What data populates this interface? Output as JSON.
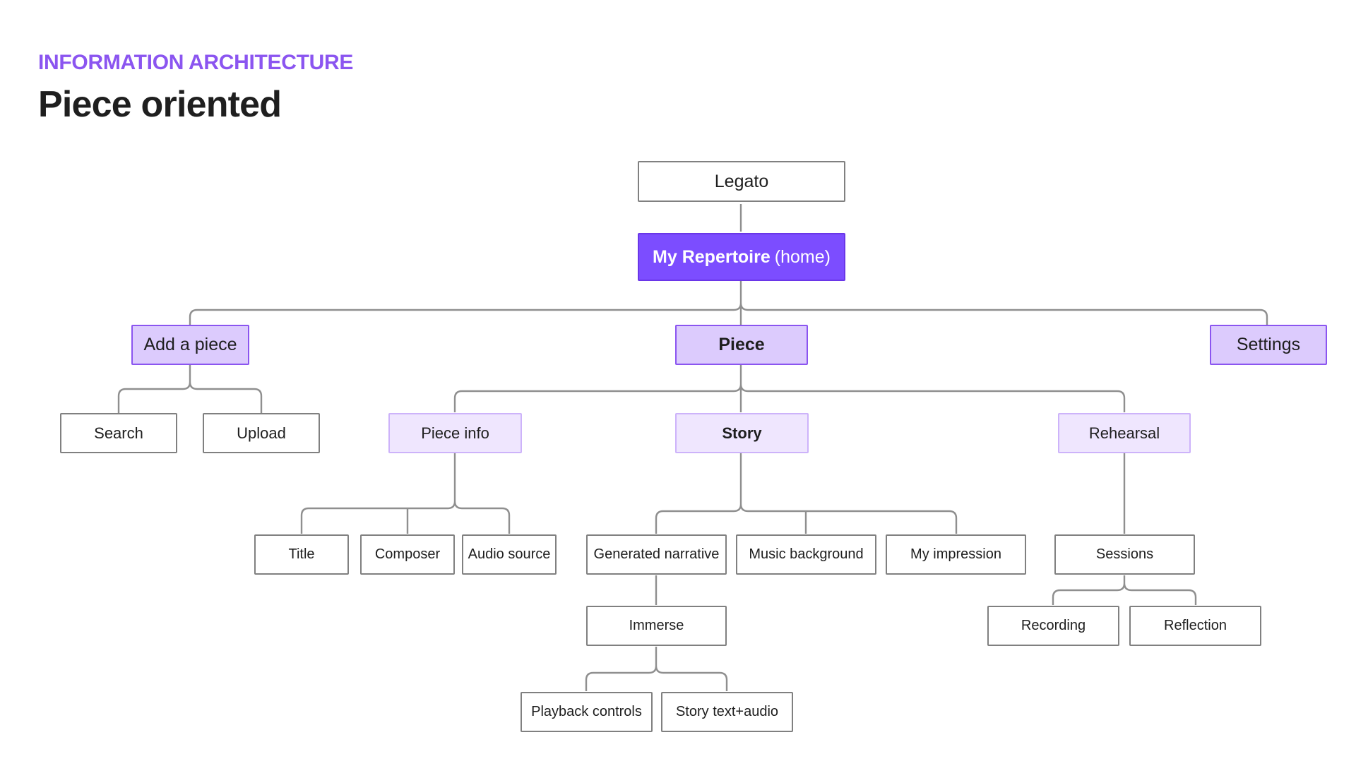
{
  "header": {
    "eyebrow": "INFORMATION ARCHITECTURE",
    "title": "Piece oriented"
  },
  "colors": {
    "accent": "#8b55f0",
    "home_fill": "#7c4dff",
    "level1_fill": "#dccbfd",
    "level2_fill": "#efe6fe",
    "connector": "#8f8f8f"
  },
  "tree": {
    "root": "Legato",
    "home": {
      "label": "My Repertoire",
      "suffix": "(home)"
    },
    "add_piece": {
      "label": "Add a piece",
      "children": [
        "Search",
        "Upload"
      ]
    },
    "piece": {
      "label": "Piece",
      "piece_info": {
        "label": "Piece info",
        "children": [
          "Title",
          "Composer",
          "Audio source"
        ]
      },
      "story": {
        "label": "Story",
        "generated_narrative": "Generated narrative",
        "music_background": "Music background",
        "my_impression": "My impression",
        "immerse": "Immerse",
        "playback_controls": "Playback controls",
        "story_text_audio": "Story text+audio"
      },
      "rehearsal": {
        "label": "Rehearsal",
        "sessions": "Sessions",
        "recording": "Recording",
        "reflection": "Reflection"
      }
    },
    "settings": "Settings"
  }
}
